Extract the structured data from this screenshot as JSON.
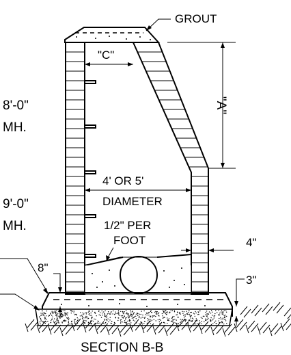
{
  "labels": {
    "grout": "GROUT",
    "dim_c": "\"C\"",
    "dim_a": "\"A\"",
    "mh8_size": "8'-0\"",
    "mh8_unit": "MH.",
    "mh9_size": "9'-0\"",
    "mh9_unit": "MH.",
    "diameter_value": "4' OR 5'",
    "diameter_word": "DIAMETER",
    "slope_rate": "1/2\" PER",
    "slope_unit": "FOOT",
    "dim_4in": "4\"",
    "dim_8in": "8\"",
    "dim_3in": "3\"",
    "section_title": "SECTION B-B"
  }
}
